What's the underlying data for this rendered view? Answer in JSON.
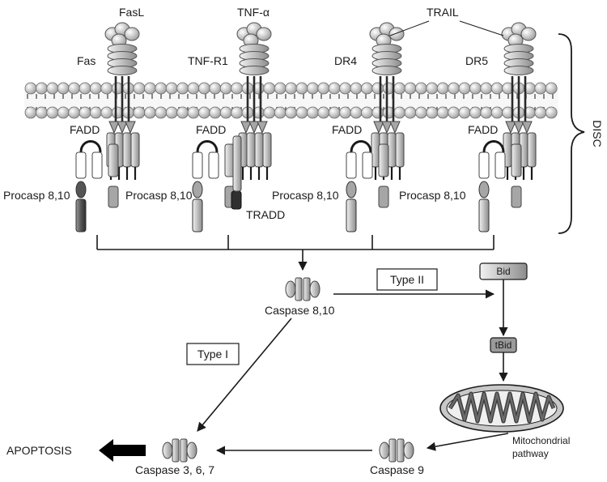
{
  "ligands": {
    "fasl": "FasL",
    "tnf_alpha": "TNF-α",
    "trail": "TRAIL"
  },
  "receptors": {
    "fas": "Fas",
    "tnf_r1": "TNF-R1",
    "dr4": "DR4",
    "dr5": "DR5"
  },
  "adaptors": {
    "fadd": "FADD",
    "tradd": "TRADD"
  },
  "procaspase_label": "Procasp 8,10",
  "disc_label": "DISC",
  "nodes": {
    "caspase_8_10": "Caspase 8,10",
    "bid": "Bid",
    "tbid": "tBid",
    "mitochondrial_pathway_line1": "Mitochondrial",
    "mitochondrial_pathway_line2": "pathway",
    "caspase_9": "Caspase 9",
    "caspase_3_6_7": "Caspase 3, 6, 7",
    "apoptosis": "APOPTOSIS"
  },
  "pathway_types": {
    "type_1": "Type I",
    "type_2": "Type II"
  },
  "colors": {
    "protein_light": "#d9d9d9",
    "protein_mid": "#a6a6a6",
    "protein_dark": "#555555",
    "membrane_head": "#bdbdbd",
    "line": "#1a1a1a",
    "mito_outer": "#c8c8c8",
    "mito_inner": "#5f5f5f"
  }
}
